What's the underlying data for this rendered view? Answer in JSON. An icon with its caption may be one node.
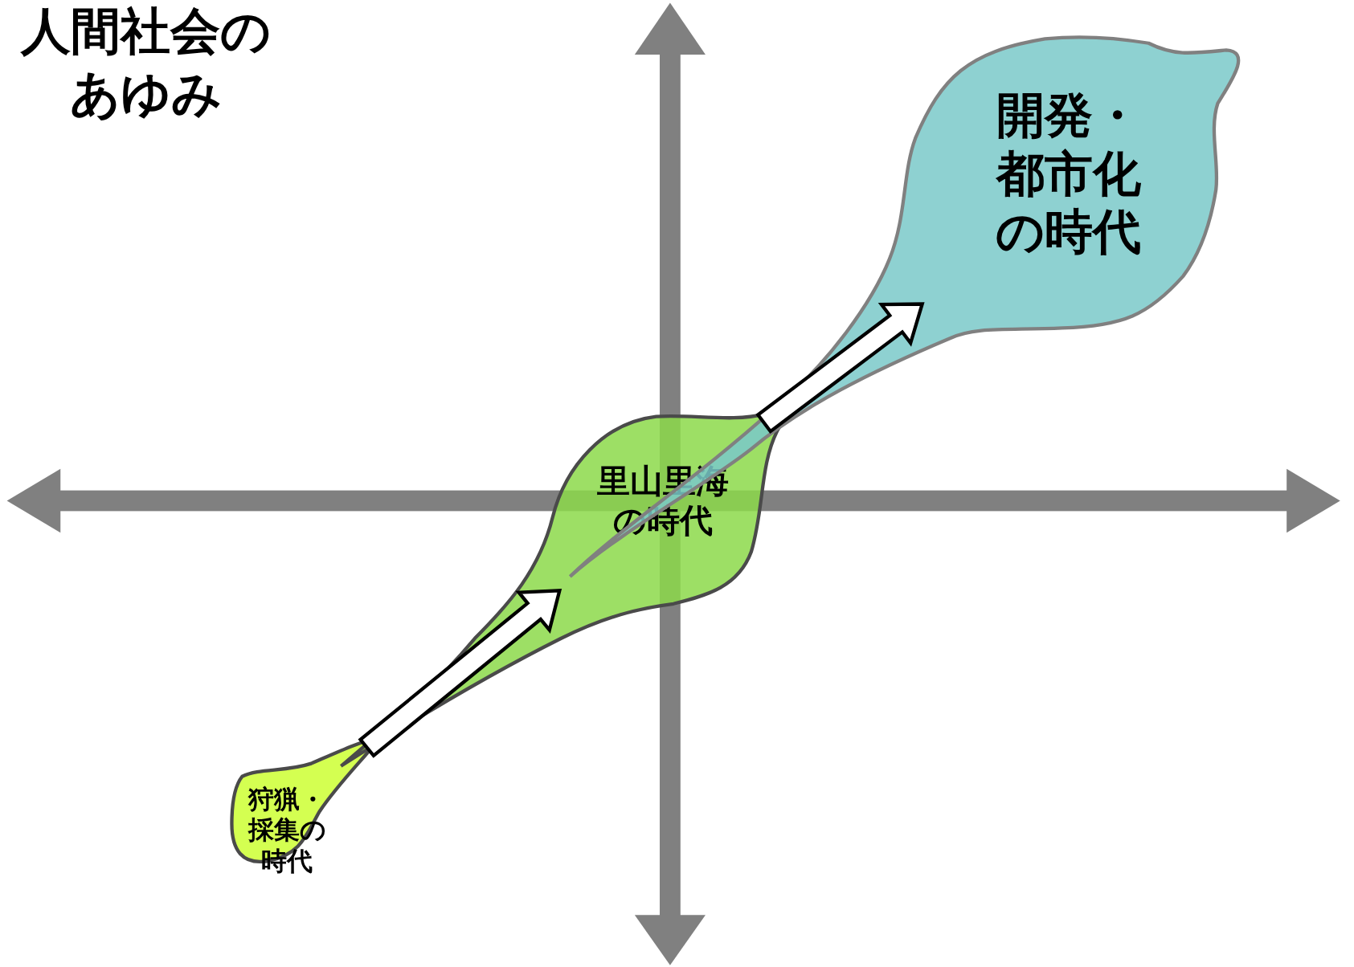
{
  "diagram": {
    "title": "人間社会のあゆみ",
    "nodes": [
      {
        "text": [
          "狩猟・採集の時代"
        ]
      },
      {
        "text": [
          "里山里海の時代"
        ]
      },
      {
        "text": [
          "開発・都市化の時代"
        ]
      }
    ],
    "edges": [
      {
        "from": 0,
        "to": 1,
        "arrow": "to"
      },
      {
        "from": 1,
        "to": 2,
        "arrow": "to"
      }
    ]
  }
}
